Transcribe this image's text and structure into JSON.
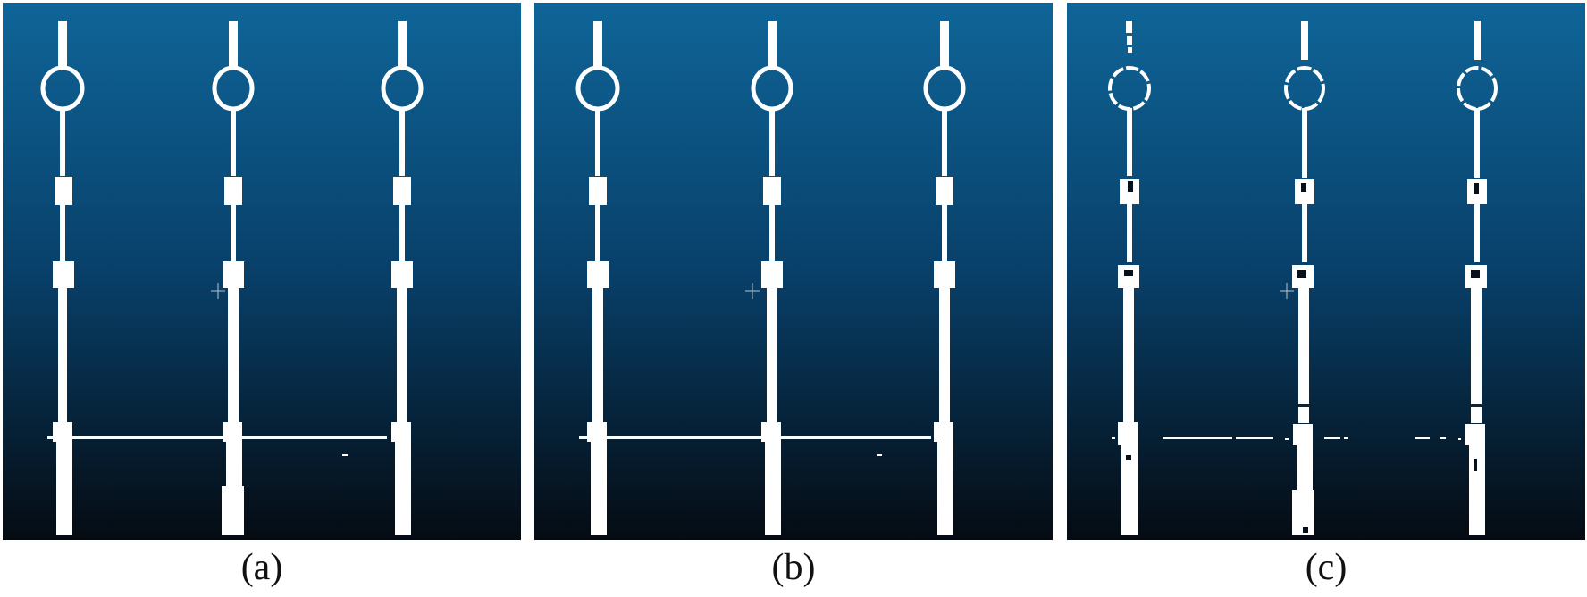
{
  "figure": {
    "background_gradient": {
      "top": "#0f6598",
      "mid": "#08406a",
      "bottom": "#050b12"
    },
    "point_color": "#ffffff",
    "panels": [
      {
        "id": "a",
        "caption": "(a)",
        "style": "dense",
        "crossbar": "full",
        "cursor": true
      },
      {
        "id": "b",
        "caption": "(b)",
        "style": "dense",
        "crossbar": "full",
        "cursor": true
      },
      {
        "id": "c",
        "caption": "(c)",
        "style": "sparse",
        "crossbar": "broken",
        "cursor": true
      }
    ]
  }
}
